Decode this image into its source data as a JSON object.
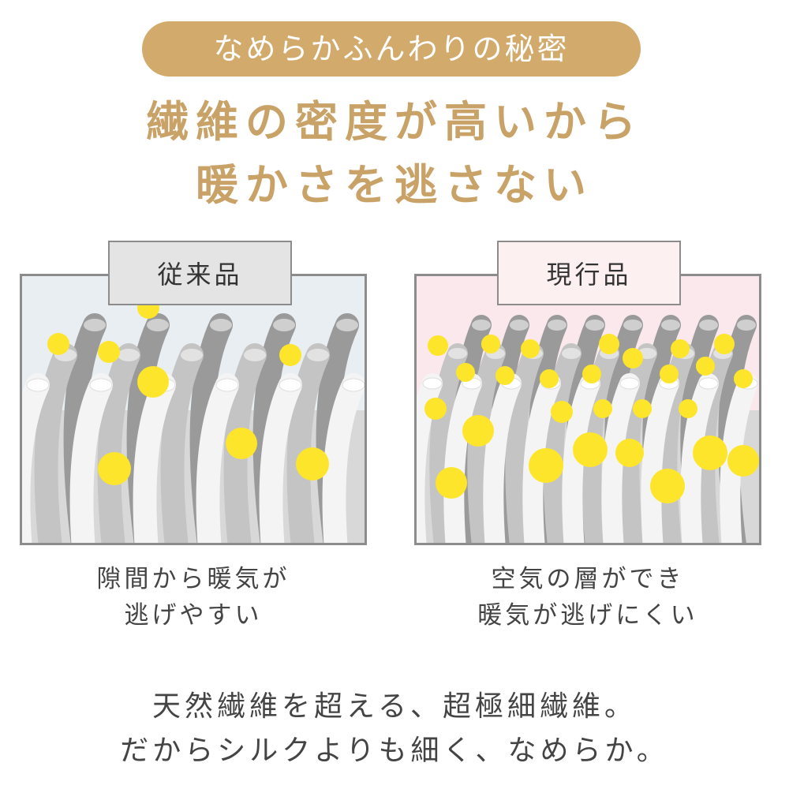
{
  "banner": {
    "text": "なめらかふんわりの秘密"
  },
  "headline": {
    "line1": "繊維の密度が高いから",
    "line2": "暖かさを逃さない"
  },
  "panels": {
    "left": {
      "label": "従来品",
      "caption_line1": "隙間から暖気が",
      "caption_line2": "逃げやすい",
      "background": "#e8eef2"
    },
    "right": {
      "label": "現行品",
      "caption_line1": "空気の層ができ",
      "caption_line2": "暖気が逃げにくい",
      "background": "#fbe8ec"
    }
  },
  "footer": {
    "line1": "天然繊維を超える、超極細繊維。",
    "line2": "だからシルクよりも細く、なめらか。"
  },
  "colors": {
    "accent": "#d2aa6c",
    "headline": "#c9a268",
    "warm_dot": "#fde52b",
    "fiber_dark": "#9a9a9a",
    "fiber_mid": "#c4c4c4",
    "fiber_light": "#f4f4f4"
  }
}
